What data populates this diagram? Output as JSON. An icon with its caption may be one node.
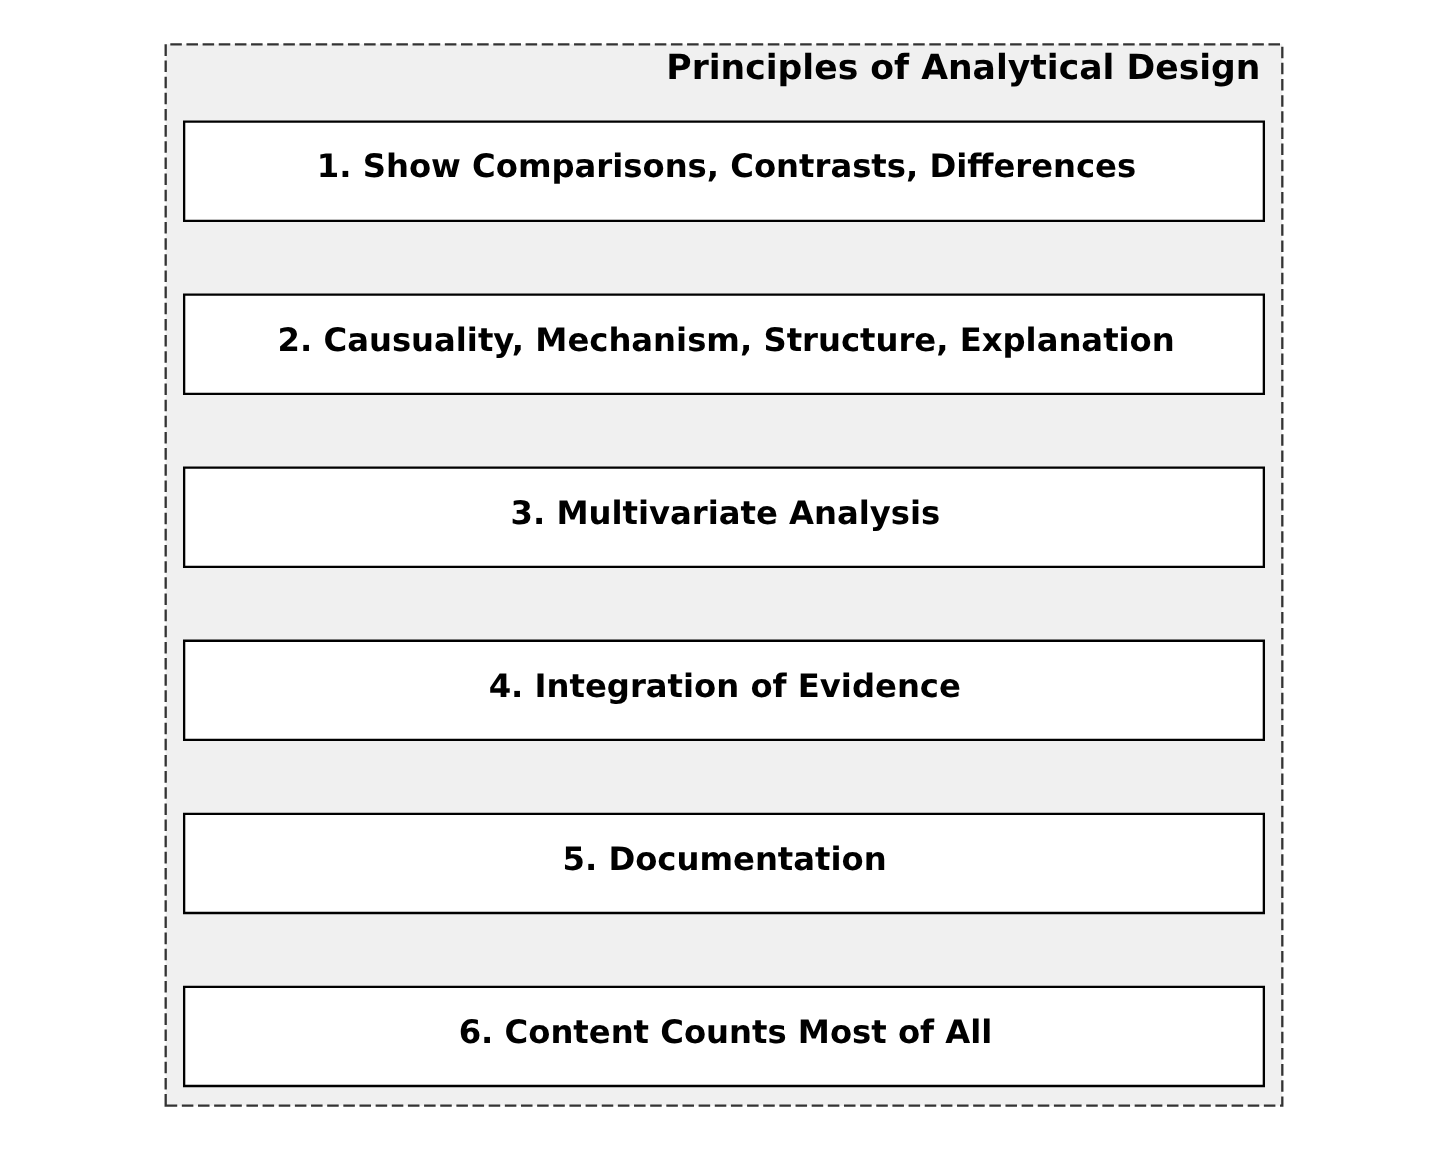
{
  "diagram": {
    "nodes": [
      {
        "text": [
          "Principles of Analytical Design"
        ]
      },
      {
        "text": [
          "1. Show Comparisons, Contrasts, Differences"
        ],
        "in": 0
      },
      {
        "text": [
          "2. Causuality, Mechanism, Structure, Explanation"
        ],
        "in": 0
      },
      {
        "text": [
          "3. Multivariate Analysis"
        ],
        "in": 0
      },
      {
        "text": [
          "4. Integration of Evidence"
        ],
        "in": 0
      },
      {
        "text": [
          "5. Documentation"
        ],
        "in": 0
      },
      {
        "text": [
          "6. Content Counts Most of All"
        ],
        "in": 0
      }
    ]
  }
}
